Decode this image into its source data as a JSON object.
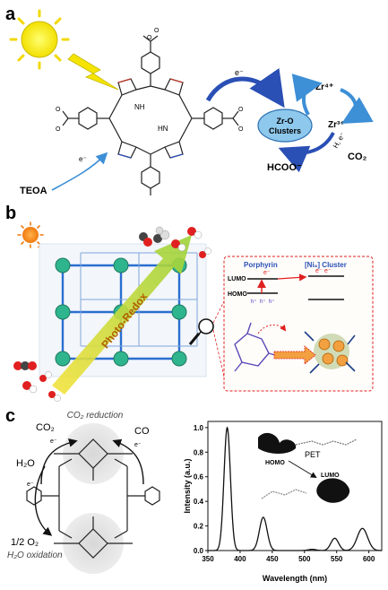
{
  "panel_a": {
    "letter": "a",
    "electron": "e⁻",
    "electron_teoa": "e⁻",
    "teoa": "TEOA",
    "cluster_l1": "Zr-O",
    "cluster_l2": "Clusters",
    "zr4": "Zr⁴⁺",
    "zr3": "Zr³⁺",
    "h_e": "H, e⁻",
    "co2": "CO₂",
    "hcoo": "HCOO⁻",
    "nh_top": "NH",
    "hn_bottom": "HN",
    "o1": "O",
    "o2": "O",
    "o3": "O",
    "o4": "O",
    "o5": "O",
    "o6": "O"
  },
  "panel_b": {
    "letter": "b",
    "arrow_text": "Photo-Redox",
    "porphyrin": "Porphyrin",
    "cluster": "[Ni₈] Cluster",
    "lumo": "LUMO",
    "homo": "HOMO",
    "e_minus": "e⁻",
    "h_plus": "h⁺"
  },
  "panel_c": {
    "letter": "c",
    "co2_reduction": "CO₂ reduction",
    "co2": "CO₂",
    "co": "CO",
    "h2o": "H₂O",
    "half_o2": "1/2 O₂",
    "h2o_oxidation": "H₂O oxidation",
    "homo": "HOMO",
    "lumo": "LUMO",
    "pet": "PET",
    "e_minus": "e⁻"
  },
  "chart_data": {
    "type": "line",
    "xlabel": "Wavelength (nm)",
    "ylabel": "Intensity (a.u.)",
    "xlim": [
      350,
      620
    ],
    "ylim": [
      0.0,
      1.05
    ],
    "x_ticks": [
      350,
      400,
      450,
      500,
      550,
      600
    ],
    "y_ticks": [
      "0.0",
      "0.2",
      "0.4",
      "0.6",
      "0.8",
      "1.0"
    ],
    "peaks": [
      {
        "x": 380,
        "y": 1.0,
        "width": 5
      },
      {
        "x": 436,
        "y": 0.27,
        "width": 6
      },
      {
        "x": 512,
        "y": 0.01,
        "width": 6
      },
      {
        "x": 547,
        "y": 0.1,
        "width": 6
      },
      {
        "x": 590,
        "y": 0.18,
        "width": 8
      }
    ]
  }
}
